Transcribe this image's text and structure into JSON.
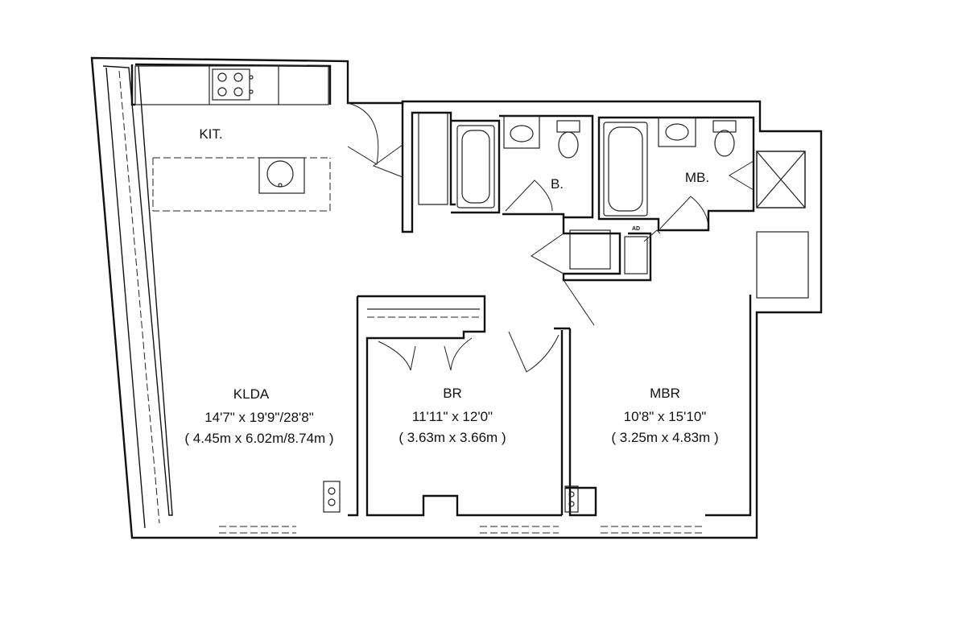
{
  "rooms": {
    "kitchen": {
      "name": "KIT."
    },
    "bath": {
      "name": "B."
    },
    "master_bath": {
      "name": "MB."
    },
    "laundry": {
      "name": "AD"
    },
    "klda": {
      "name": "KLDA",
      "imperial": "14'7\" x 19'9\"/28'8\"",
      "metric": "( 4.45m x 6.02m/8.74m )"
    },
    "br": {
      "name": "BR",
      "imperial": "11'11\" x 12'0\"",
      "metric": "( 3.63m x 3.66m )"
    },
    "mbr": {
      "name": "MBR",
      "imperial": "10'8\" x 15'10\"",
      "metric": "( 3.25m x 4.83m )"
    }
  },
  "colors": {
    "line": "#111111",
    "background": "#ffffff"
  }
}
